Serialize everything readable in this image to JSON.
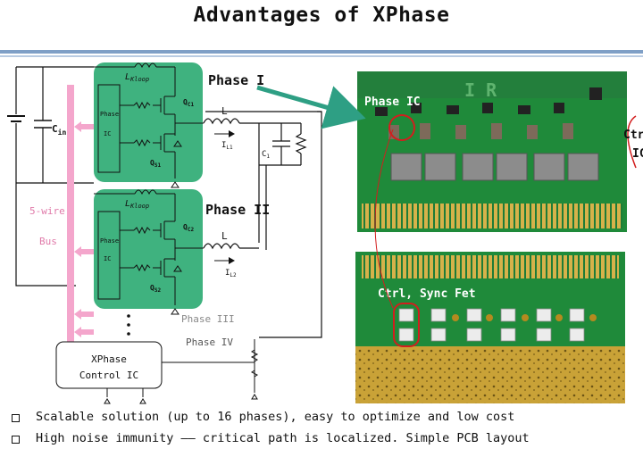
{
  "title": "Advantages of XPhase",
  "labels": {
    "phase1": "Phase I",
    "phase2": "Phase II",
    "phase3": "Phase III",
    "phase4": "Phase IV",
    "cin": "C",
    "cin_sub": "in",
    "c1": "C",
    "c1_sub": "1",
    "inductor": "L",
    "il1": "I",
    "il1_sub": "L1",
    "il2": "I",
    "il2_sub": "L2",
    "lkloop": "L",
    "lkloop_sub": "Kloop",
    "qc1": "Q",
    "qc1_sub": "C1",
    "qs1": "Q",
    "qs1_sub": "S1",
    "qc2": "Q",
    "qc2_sub": "C2",
    "qs2": "Q",
    "qs2_sub": "S2",
    "phase_ic_line1": "Phase",
    "phase_ic_line2": "IC",
    "bus_line1": "5-wire",
    "bus_line2": "Bus",
    "control_ic_line1": "XPhase",
    "control_ic_line2": "Control IC",
    "photo_phase_ic": "Phase IC",
    "photo_ctrl_sync": "Ctrl, Sync Fet",
    "cutoff_line1": "Ctr",
    "cutoff_line2": "IC"
  },
  "bullets": [
    "Scalable solution (up to 16 phases), easy to optimize and low cost",
    "High noise immunity —— critical path is localized. Simple PCB layout"
  ],
  "colors": {
    "phase_block": "#3fb27f",
    "bus": "#f4a6cc",
    "pcb_green": "#1f8a3a",
    "gold": "#c9a237",
    "arrow": "#2e9f84",
    "highlight": "#d21e1e"
  }
}
